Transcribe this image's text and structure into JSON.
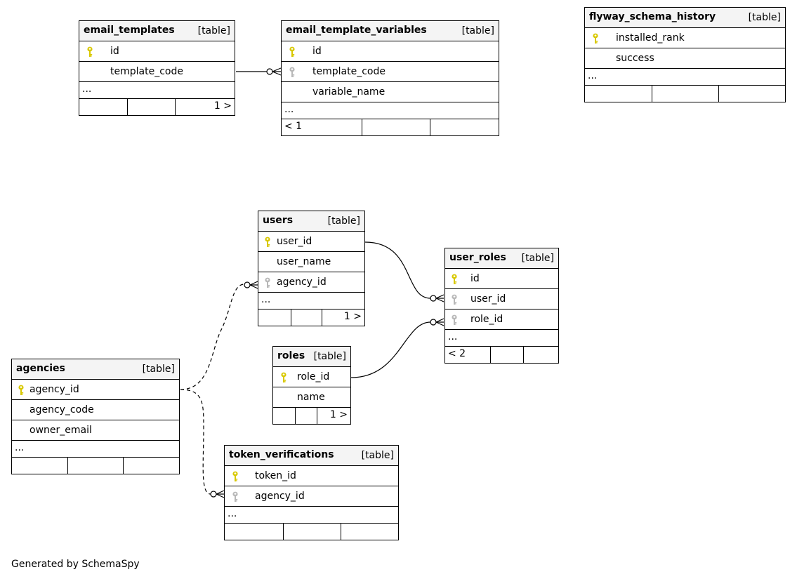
{
  "diagram": {
    "footer": "Generated by SchemaSpy",
    "colors": {
      "header_bg": "#f4f4f4",
      "primary_key": "#d8c800",
      "foreign_key": "#b8b8b8",
      "line": "#000000"
    },
    "tables": {
      "email_templates": {
        "name": "email_templates",
        "kind": "[table]",
        "columns": [
          {
            "name": "id",
            "key": "primary"
          },
          {
            "name": "template_code",
            "key": "none"
          }
        ],
        "more": "...",
        "footer_nav": "1 >"
      },
      "email_template_variables": {
        "name": "email_template_variables",
        "kind": "[table]",
        "columns": [
          {
            "name": "id",
            "key": "primary"
          },
          {
            "name": "template_code",
            "key": "foreign"
          },
          {
            "name": "variable_name",
            "key": "none"
          }
        ],
        "more": "...",
        "footer_nav": "< 1"
      },
      "flyway_schema_history": {
        "name": "flyway_schema_history",
        "kind": "[table]",
        "columns": [
          {
            "name": "installed_rank",
            "key": "primary"
          },
          {
            "name": "success",
            "key": "none"
          }
        ],
        "more": "...",
        "footer_nav": ""
      },
      "users": {
        "name": "users",
        "kind": "[table]",
        "columns": [
          {
            "name": "user_id",
            "key": "primary"
          },
          {
            "name": "user_name",
            "key": "none"
          },
          {
            "name": "agency_id",
            "key": "foreign"
          }
        ],
        "more": "...",
        "footer_nav": "1 >"
      },
      "user_roles": {
        "name": "user_roles",
        "kind": "[table]",
        "columns": [
          {
            "name": "id",
            "key": "primary"
          },
          {
            "name": "user_id",
            "key": "foreign"
          },
          {
            "name": "role_id",
            "key": "foreign"
          }
        ],
        "more": "...",
        "footer_nav": "< 2"
      },
      "roles": {
        "name": "roles",
        "kind": "[table]",
        "columns": [
          {
            "name": "role_id",
            "key": "primary"
          },
          {
            "name": "name",
            "key": "none"
          }
        ],
        "more": "",
        "footer_nav": "1 >"
      },
      "agencies": {
        "name": "agencies",
        "kind": "[table]",
        "columns": [
          {
            "name": "agency_id",
            "key": "primary"
          },
          {
            "name": "agency_code",
            "key": "none"
          },
          {
            "name": "owner_email",
            "key": "none"
          }
        ],
        "more": "...",
        "footer_nav": ""
      },
      "token_verifications": {
        "name": "token_verifications",
        "kind": "[table]",
        "columns": [
          {
            "name": "token_id",
            "key": "primary"
          },
          {
            "name": "agency_id",
            "key": "foreign"
          }
        ],
        "more": "...",
        "footer_nav": ""
      }
    },
    "relationships": [
      {
        "from": "email_templates.template_code",
        "to": "email_template_variables.template_code",
        "style": "solid"
      },
      {
        "from": "users.user_id",
        "to": "user_roles.user_id",
        "style": "solid"
      },
      {
        "from": "roles.role_id",
        "to": "user_roles.role_id",
        "style": "solid"
      },
      {
        "from": "agencies.agency_id",
        "to": "users.agency_id",
        "style": "dashed"
      },
      {
        "from": "agencies.agency_id",
        "to": "token_verifications.agency_id",
        "style": "dashed"
      }
    ]
  }
}
